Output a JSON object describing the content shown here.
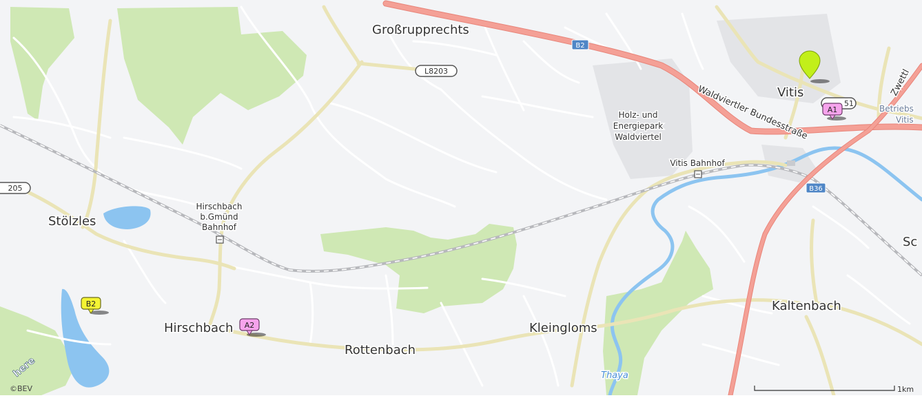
{
  "map": {
    "places": {
      "grossrupprechts": "Großrupprechts",
      "vitis": "Vitis",
      "stoelzles": "Stölzles",
      "hirschbach": "Hirschbach",
      "rottenbach": "Rottenbach",
      "kleingloms": "Kleingloms",
      "kaltenbach": "Kaltenbach",
      "sch": "Sc"
    },
    "stations": {
      "hirschbach_line1": "Hirschbach",
      "hirschbach_line2": "b.Gmünd",
      "hirschbach_line3": "Bahnhof",
      "vitis_bahnhof": "Vitis Bahnhof"
    },
    "pois": {
      "holz_line1": "Holz- und",
      "holz_line2": "Energiepark",
      "holz_line3": "Waldviertel",
      "betriebs_line1": "Betriebs",
      "betriebs_line2": "Vitis"
    },
    "roads": {
      "waldviertler": "Waldviertler Bundesstraße",
      "zwettl": "Zwettl"
    },
    "shields": {
      "b2": "B2",
      "l8203": "L8203",
      "b36": "B36",
      "l8205_partial": "205",
      "road_51_partial": "51"
    },
    "river": "Thaya",
    "markers": {
      "a1": "A1",
      "a2": "A2",
      "b2": "B2"
    },
    "attribution": {
      "logo": "here",
      "copyright": "©BEV"
    },
    "scale_label": "1km",
    "colors": {
      "background": "#f3f4f6",
      "forest": "#cfe8b4",
      "water": "#8cc4f0",
      "motorway": "#f1958a",
      "major_road": "#f8f3c9",
      "minor_road": "#ffffff",
      "marker_a": "#f6a3ec",
      "marker_b": "#f4f433",
      "current_pin": "#c2ef1a"
    }
  }
}
